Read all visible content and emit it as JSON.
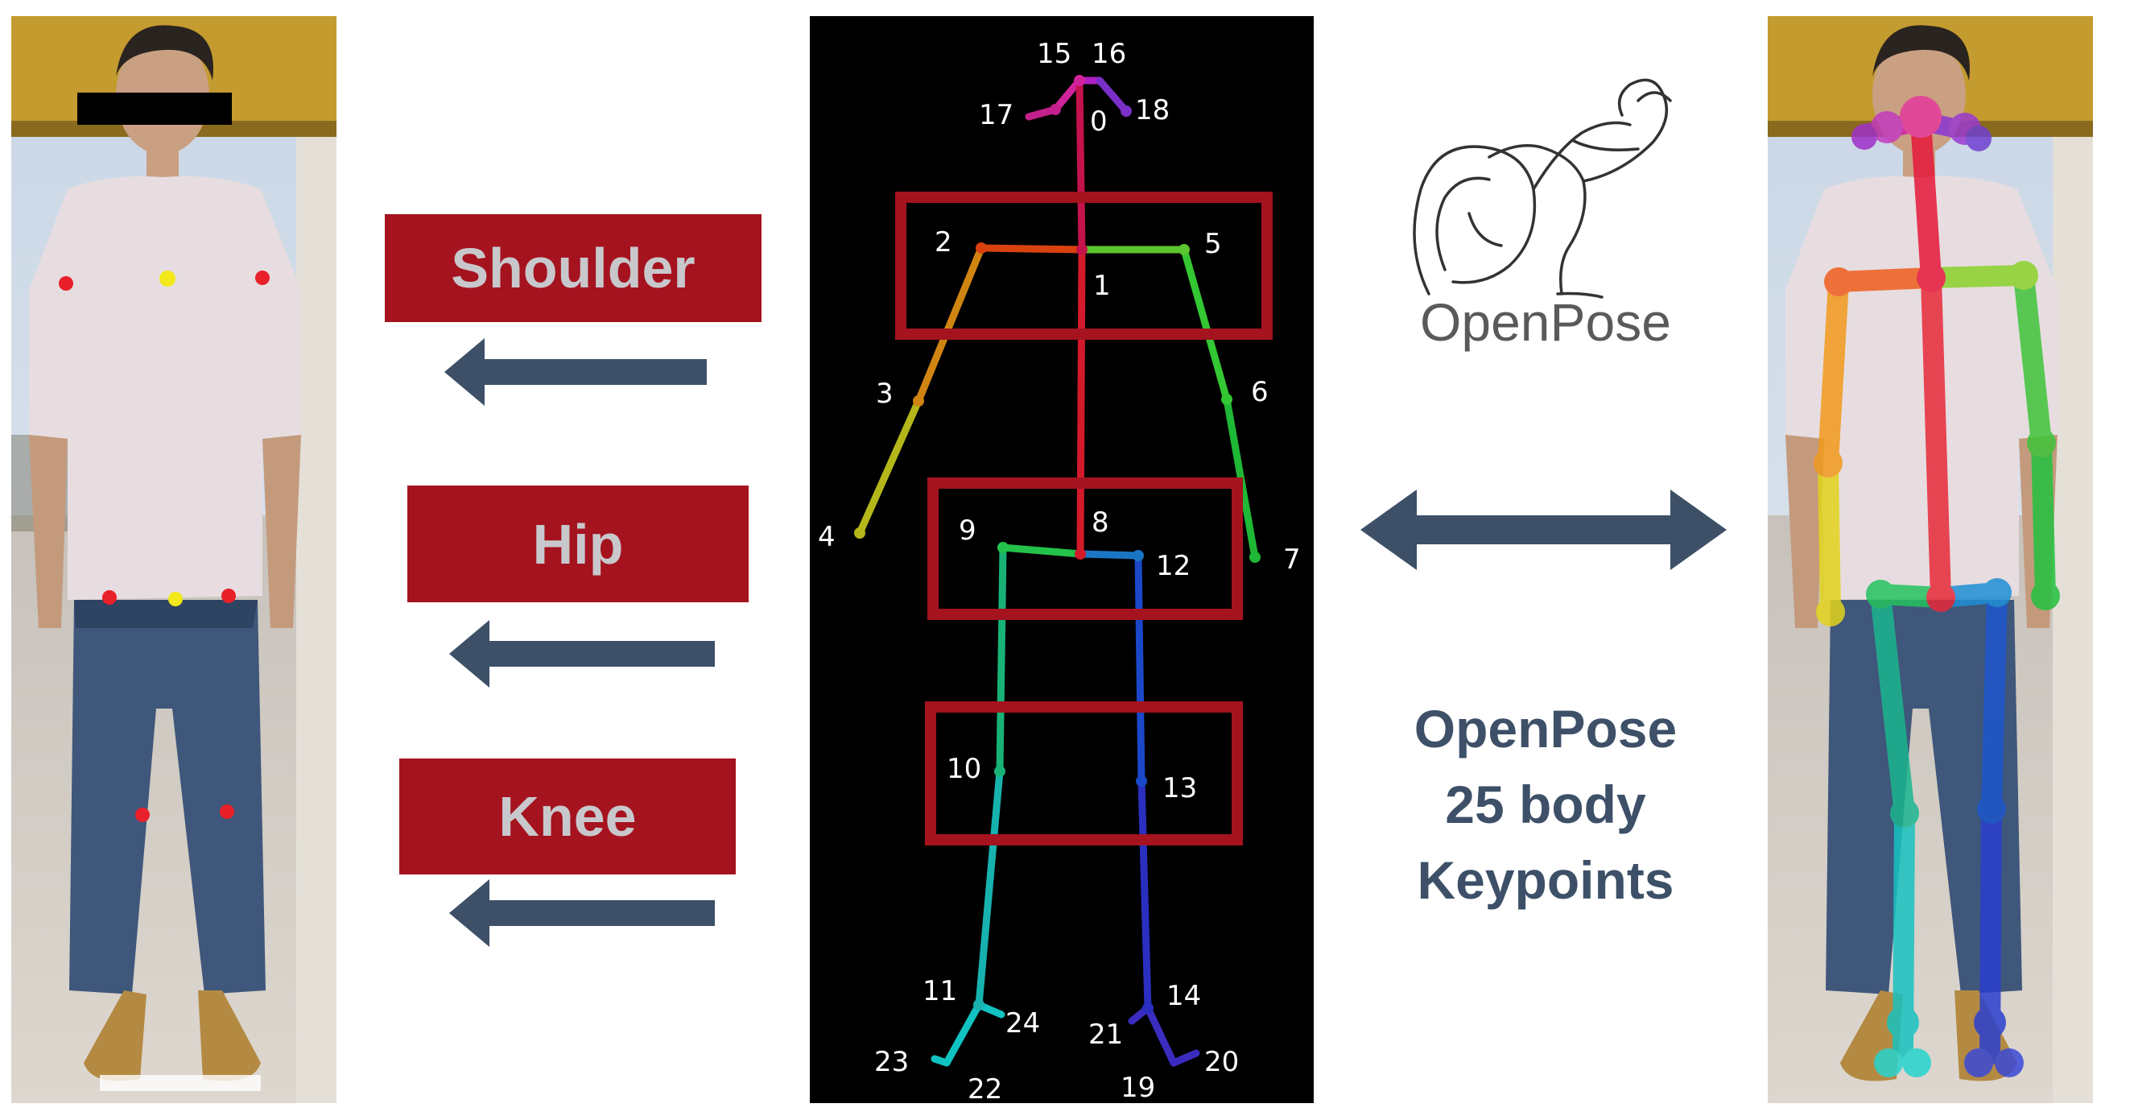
{
  "labels": {
    "shoulder": "Shoulder",
    "hip": "Hip",
    "knee": "Knee"
  },
  "skeleton": {
    "keypoints": [
      "0",
      "1",
      "2",
      "3",
      "4",
      "5",
      "6",
      "7",
      "8",
      "9",
      "10",
      "11",
      "12",
      "13",
      "14",
      "15",
      "16",
      "17",
      "18",
      "19",
      "20",
      "21",
      "22",
      "23",
      "24"
    ]
  },
  "logo": {
    "text": "OpenPose"
  },
  "caption": {
    "line1": "OpenPose",
    "line2": "25 body",
    "line3": "Keypoints"
  },
  "colors": {
    "label_box": "#a5131f",
    "label_text": "#c8c8cc",
    "arrow": "#3d5068",
    "caption": "#3d5068",
    "highlight_frame": "#a5131f",
    "left_marker_red": "#e8202a",
    "left_marker_yellow": "#f2e81a"
  },
  "icons": [
    "left-arrow-icon",
    "double-arrow-icon",
    "openpose-logo-icon"
  ]
}
